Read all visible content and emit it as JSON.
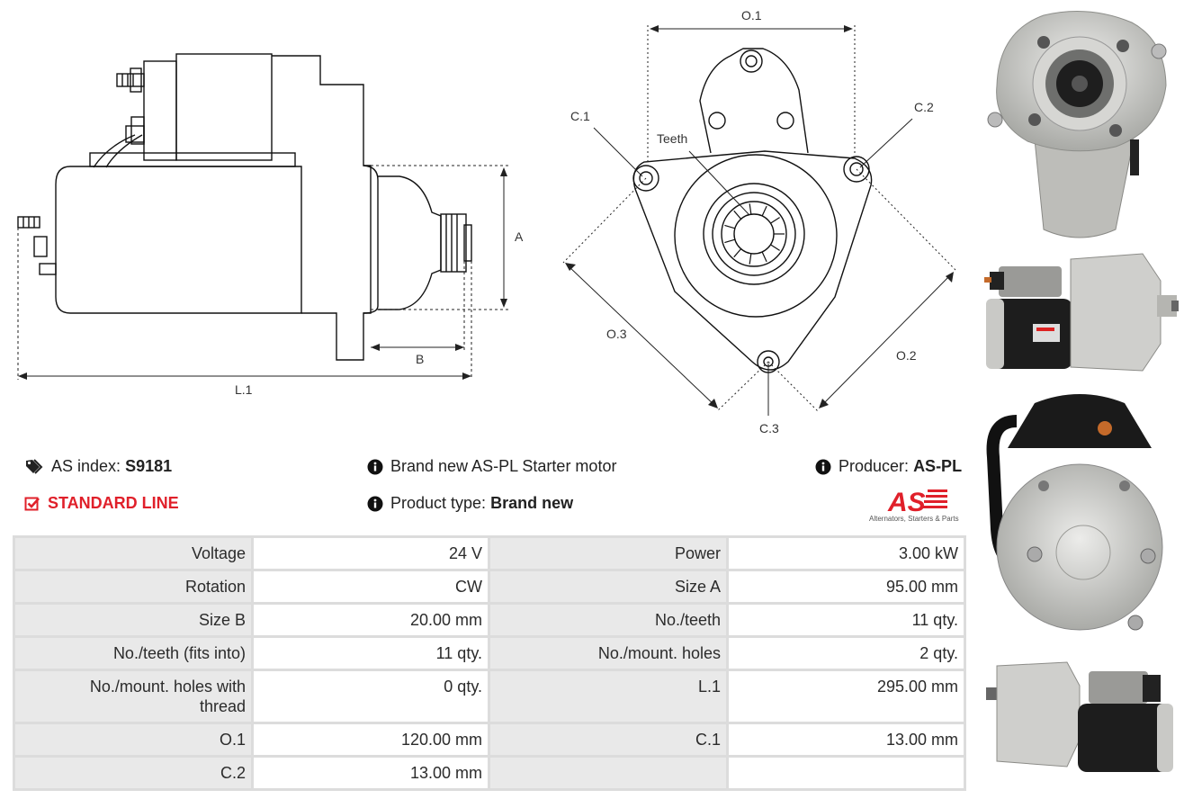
{
  "drawing": {
    "side_labels": {
      "a": "A",
      "b": "B",
      "l1": "L.1"
    },
    "front_labels": {
      "o1": "O.1",
      "o2": "O.2",
      "o3": "O.3",
      "c1": "C.1",
      "c2": "C.2",
      "c3": "C.3",
      "teeth": "Teeth"
    }
  },
  "info": {
    "as_index_label": "AS index:",
    "as_index_value": "S9181",
    "standard_line": "STANDARD LINE",
    "description": "Brand new AS-PL Starter motor",
    "product_type_label": "Product type:",
    "product_type_value": "Brand new",
    "producer_label": "Producer:",
    "producer_value": "AS-PL",
    "logo_text": "AS",
    "logo_tagline": "Alternators, Starters & Parts"
  },
  "icons": {
    "tags": "tags-icon",
    "check": "checkbox-icon",
    "info": "info-icon"
  },
  "colors": {
    "accent_red": "#e0202a",
    "table_border": "#dcdcdc"
  },
  "specs": {
    "rows": [
      {
        "l1": "Voltage",
        "v1": "24 V",
        "l2": "Power",
        "v2": "3.00 kW"
      },
      {
        "l1": "Rotation",
        "v1": "CW",
        "l2": "Size A",
        "v2": "95.00 mm"
      },
      {
        "l1": "Size B",
        "v1": "20.00 mm",
        "l2": "No./teeth",
        "v2": "11 qty."
      },
      {
        "l1": "No./teeth (fits into)",
        "v1": "11 qty.",
        "l2": "No./mount. holes",
        "v2": "2 qty."
      },
      {
        "l1": "No./mount. holes with thread",
        "v1": "0 qty.",
        "l2": "L.1",
        "v2": "295.00 mm"
      },
      {
        "l1": "O.1",
        "v1": "120.00 mm",
        "l2": "C.1",
        "v2": "13.00 mm"
      },
      {
        "l1": "C.2",
        "v1": "13.00 mm",
        "l2": "",
        "v2": ""
      }
    ]
  }
}
